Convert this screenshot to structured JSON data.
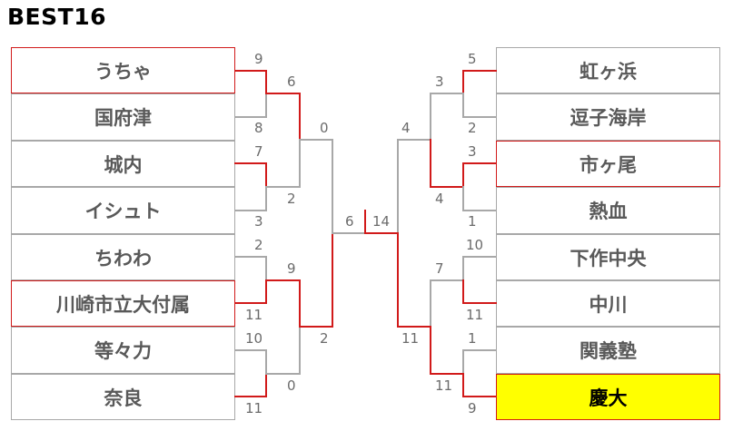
{
  "title": "BEST16",
  "left_teams": [
    "うちゃ",
    "国府津",
    "城内",
    "イシュト",
    "ちわわ",
    "川崎市立大付属",
    "等々力",
    "奈良"
  ],
  "right_teams": [
    "虹ヶ浜",
    "逗子海岸",
    "市ヶ尾",
    "熱血",
    "下作中央",
    "中川",
    "関義塾",
    "慶大"
  ],
  "left_scores": {
    "r1": [
      "9",
      "8",
      "7",
      "3",
      "2",
      "11",
      "10",
      "11"
    ],
    "r2": [
      "6",
      "2",
      "9",
      "0"
    ],
    "r3": [
      "0",
      "2"
    ],
    "final": "6"
  },
  "right_scores": {
    "r1": [
      "5",
      "2",
      "3",
      "1",
      "10",
      "11",
      "1",
      "9"
    ],
    "r2": [
      "3",
      "4",
      "7",
      "11"
    ],
    "r3": [
      "4",
      "11"
    ],
    "final": "14"
  },
  "colors": {
    "win_line": "#d11a1a",
    "line": "#a8a8a8",
    "champion_fill": "#ffff00"
  }
}
